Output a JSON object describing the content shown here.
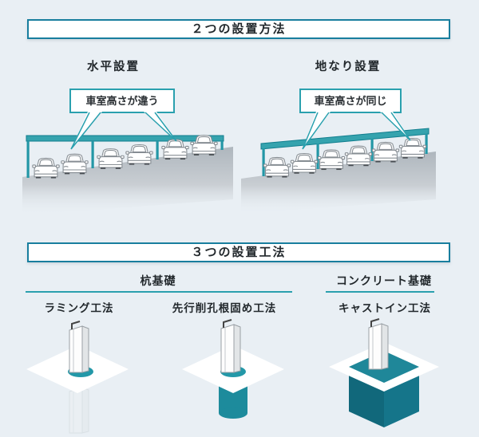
{
  "methods_section": {
    "title": "２つの設置方法",
    "items": [
      {
        "label": "水平設置",
        "callout": "車室高さが違う"
      },
      {
        "label": "地なり設置",
        "callout": "車室高さが同じ"
      }
    ]
  },
  "construction_section": {
    "title": "３つの設置工法",
    "groups": [
      {
        "label": "杭基礎"
      },
      {
        "label": "コンクリート基礎"
      }
    ],
    "methods": [
      {
        "label": "ラミング工法"
      },
      {
        "label": "先行削孔根固め工法"
      },
      {
        "label": "キャストイン工法"
      }
    ]
  },
  "colors": {
    "background": "#e9eff4",
    "title_border": "#187e9e",
    "accent_teal": "#2aa0ae",
    "structure_teal": "#2fa0ab",
    "concrete_teal": "#1d8b9c",
    "concrete_dark": "#11687b",
    "ground_gray": "#b0b7be"
  }
}
